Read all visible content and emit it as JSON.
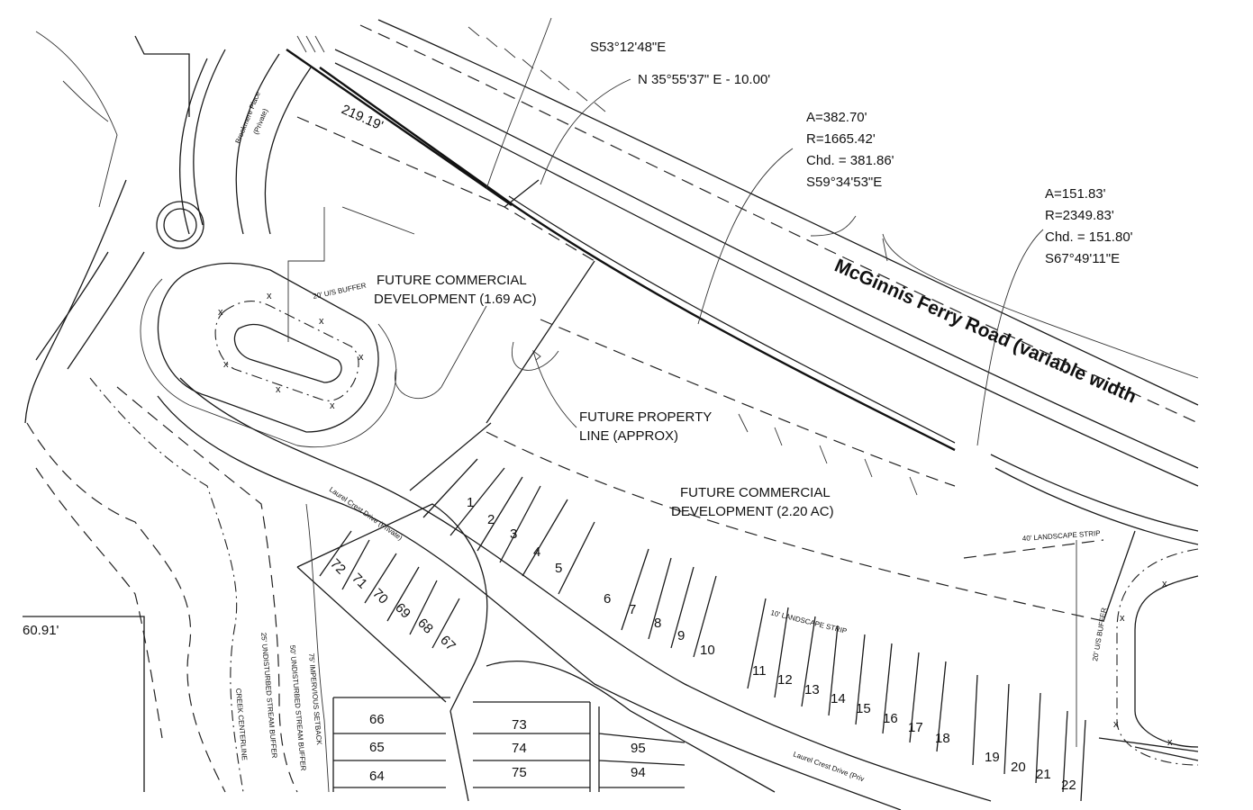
{
  "bearings": {
    "top_bearing": "S53°12'48\"E",
    "tie_line": "N 35°55'37\" E - 10.00'",
    "frontage_length": "219.19'",
    "left_length": "60.91'"
  },
  "curve1": {
    "arc": "A=382.70'",
    "radius": "R=1665.42'",
    "chord": "Chd. = 381.86'",
    "bearing": "S59°34'53\"E"
  },
  "curve2": {
    "arc": "A=151.83'",
    "radius": "R=2349.83'",
    "chord": "Chd. = 151.80'",
    "bearing": "S67°49'11\"E"
  },
  "areas": {
    "commercial1_line1": "FUTURE COMMERCIAL",
    "commercial1_line2": "DEVELOPMENT (1.69 AC)",
    "commercial2_line1": "FUTURE COMMERCIAL",
    "commercial2_line2": "DEVELOPMENT (2.20 AC)",
    "property_line1": "FUTURE PROPERTY",
    "property_line2": "LINE (APPROX)"
  },
  "roads": {
    "main_road": "McGinnis Ferry Road (variable width",
    "brooklawn_line1": "Brookmere Place",
    "brooklawn_line2": "(Private)",
    "laurel_crest_1": "Laurel Crest Drive (Private)",
    "laurel_crest_2": "Laurel Crest Drive (Priv"
  },
  "buffers": {
    "us_buffer_top": "20' U/S BUFFER",
    "us_buffer_right": "20' U/S BUFFER",
    "landscape_40": "40' LANDSCAPE STRIP",
    "landscape_10": "10' LANDSCAPE STRIP",
    "undisturbed_25": "25' UNDISTURBED STREAM BUFFER",
    "undisturbed_50": "50' UNDISTURBED STREAM BUFFER",
    "impervious_75": "75' IMPERVIOUS SETBACK",
    "creek": "CREEK CENTERLINE"
  },
  "lots": {
    "l1": "1",
    "l2": "2",
    "l3": "3",
    "l4": "4",
    "l5": "5",
    "l6": "6",
    "l7": "7",
    "l8": "8",
    "l9": "9",
    "l10": "10",
    "l11": "11",
    "l12": "12",
    "l13": "13",
    "l14": "14",
    "l15": "15",
    "l16": "16",
    "l17": "17",
    "l18": "18",
    "l19": "19",
    "l20": "20",
    "l21": "21",
    "l22": "22",
    "l64": "64",
    "l65": "65",
    "l66": "66",
    "l67": "67",
    "l68": "68",
    "l69": "69",
    "l70": "70",
    "l71": "71",
    "l72": "72",
    "l73": "73",
    "l74": "74",
    "l75": "75",
    "l94": "94",
    "l95": "95"
  }
}
